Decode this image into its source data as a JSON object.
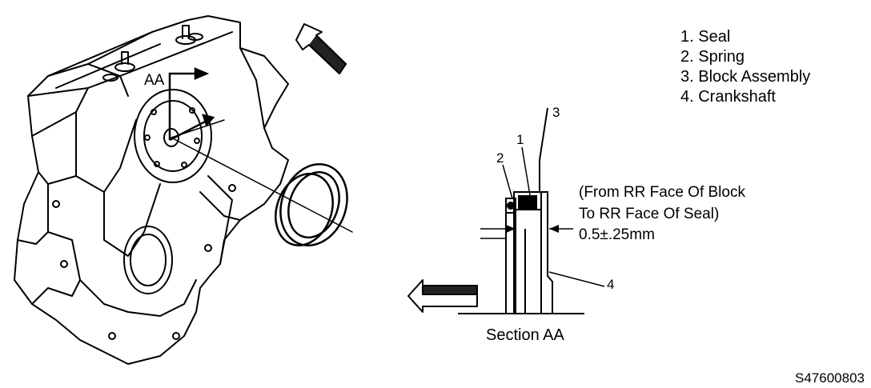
{
  "legend": {
    "items": [
      "1. Seal",
      "2. Spring",
      "3. Block Assembly",
      "4. Crankshaft"
    ]
  },
  "callouts": {
    "seal": "1",
    "spring": "2",
    "block_assembly": "3",
    "crankshaft": "4"
  },
  "section_marker": "AA",
  "dimension_note": {
    "line1": "(From RR Face Of Block",
    "line2": "To RR Face Of Seal)",
    "value": "0.5±.25mm"
  },
  "section_caption": "Section AA",
  "reference_code": "S47600803"
}
